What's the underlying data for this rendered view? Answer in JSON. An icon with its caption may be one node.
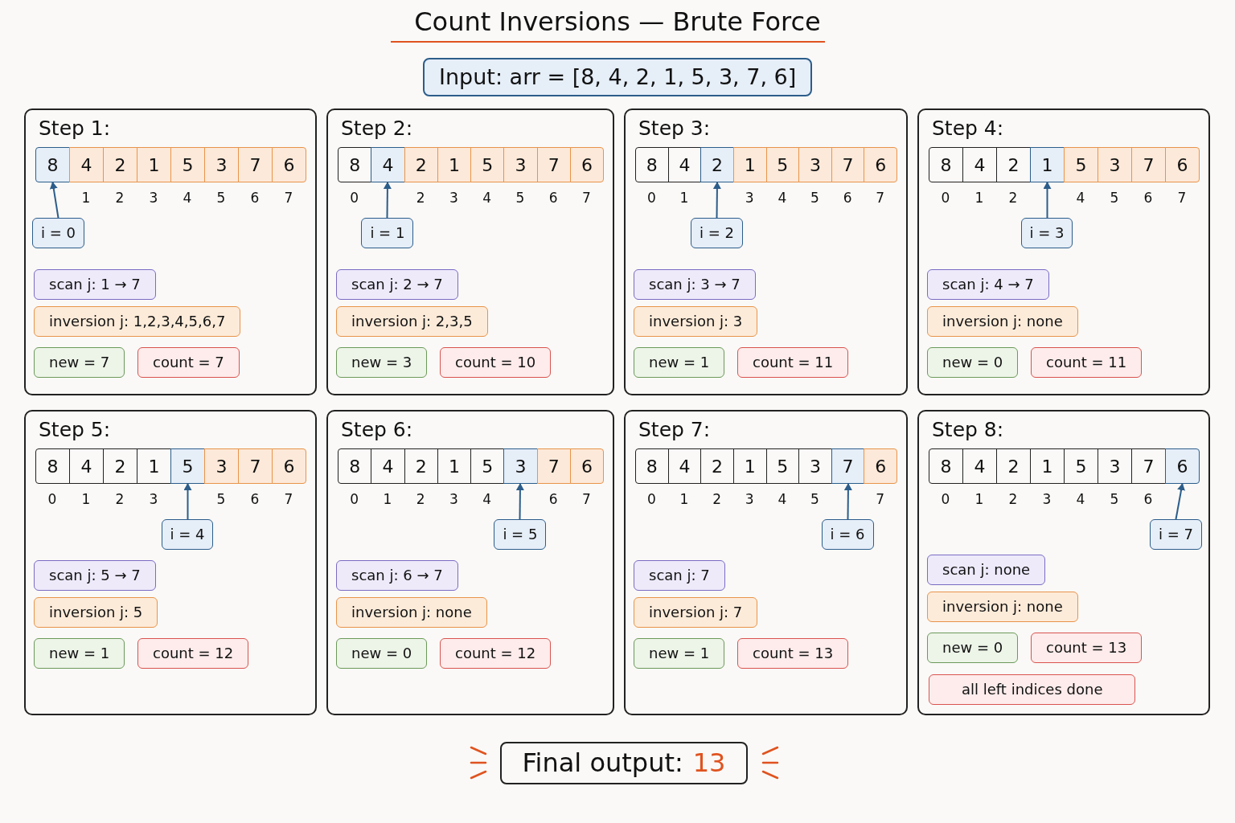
{
  "diagram": {
    "title": "Count Inversions — Brute Force",
    "nodes": [
      {
        "text": [
          "Input: arr = [8, 4, 2, 1, 5, 3, 7, 6]"
        ]
      },
      {
        "text": [
          "Step 1:"
        ]
      },
      {
        "text": [
          "8"
        ],
        "in": 1
      },
      {
        "text": [
          "4"
        ],
        "in": 1,
        "beside": [
          "1"
        ]
      },
      {
        "text": [
          "2"
        ],
        "in": 1,
        "beside": [
          "2"
        ]
      },
      {
        "text": [
          "1"
        ],
        "in": 1,
        "beside": [
          "3"
        ]
      },
      {
        "text": [
          "5"
        ],
        "in": 1,
        "beside": [
          "4"
        ]
      },
      {
        "text": [
          "3"
        ],
        "in": 1,
        "beside": [
          "5"
        ]
      },
      {
        "text": [
          "7"
        ],
        "in": 1,
        "beside": [
          "6"
        ]
      },
      {
        "text": [
          "6"
        ],
        "in": 1,
        "beside": [
          "7"
        ]
      },
      {
        "text": [
          "i = 0"
        ],
        "in": 1
      },
      {
        "text": [
          "scan j: 1 → 7"
        ],
        "in": 1
      },
      {
        "text": [
          "inversion j: 1,2,3,4,5,6,7"
        ],
        "in": 1
      },
      {
        "text": [
          "new = 7"
        ],
        "in": 1
      },
      {
        "text": [
          "count = 7"
        ],
        "in": 1
      },
      {
        "text": [
          "Step 2:"
        ]
      },
      {
        "text": [
          "8"
        ],
        "in": 15,
        "beside": [
          "0"
        ]
      },
      {
        "text": [
          "4"
        ],
        "in": 15
      },
      {
        "text": [
          "2"
        ],
        "in": 15,
        "beside": [
          "2"
        ]
      },
      {
        "text": [
          "1"
        ],
        "in": 15,
        "beside": [
          "3"
        ]
      },
      {
        "text": [
          "5"
        ],
        "in": 15,
        "beside": [
          "4"
        ]
      },
      {
        "text": [
          "3"
        ],
        "in": 15,
        "beside": [
          "5"
        ]
      },
      {
        "text": [
          "7"
        ],
        "in": 15,
        "beside": [
          "6"
        ]
      },
      {
        "text": [
          "6"
        ],
        "in": 15,
        "beside": [
          "7"
        ]
      },
      {
        "text": [
          "i = 1"
        ],
        "in": 15
      },
      {
        "text": [
          "scan j: 2 → 7"
        ],
        "in": 15
      },
      {
        "text": [
          "inversion j: 2,3,5"
        ],
        "in": 15
      },
      {
        "text": [
          "new = 3"
        ],
        "in": 15
      },
      {
        "text": [
          "count = 10"
        ],
        "in": 15
      },
      {
        "text": [
          "Step 3:"
        ]
      },
      {
        "text": [
          "8"
        ],
        "in": 29,
        "beside": [
          "0"
        ]
      },
      {
        "text": [
          "4"
        ],
        "in": 29,
        "beside": [
          "1"
        ]
      },
      {
        "text": [
          "2"
        ],
        "in": 29
      },
      {
        "text": [
          "1"
        ],
        "in": 29,
        "beside": [
          "3"
        ]
      },
      {
        "text": [
          "5"
        ],
        "in": 29,
        "beside": [
          "4"
        ]
      },
      {
        "text": [
          "3"
        ],
        "in": 29,
        "beside": [
          "5"
        ]
      },
      {
        "text": [
          "7"
        ],
        "in": 29,
        "beside": [
          "6"
        ]
      },
      {
        "text": [
          "6"
        ],
        "in": 29,
        "beside": [
          "7"
        ]
      },
      {
        "text": [
          "i = 2"
        ],
        "in": 29
      },
      {
        "text": [
          "scan j: 3 → 7"
        ],
        "in": 29
      },
      {
        "text": [
          "inversion j: 3"
        ],
        "in": 29
      },
      {
        "text": [
          "new = 1"
        ],
        "in": 29
      },
      {
        "text": [
          "count = 11"
        ],
        "in": 29
      },
      {
        "text": [
          "Step 4:"
        ]
      },
      {
        "text": [
          "8"
        ],
        "in": 43,
        "beside": [
          "0"
        ]
      },
      {
        "text": [
          "4"
        ],
        "in": 43,
        "beside": [
          "1"
        ]
      },
      {
        "text": [
          "2"
        ],
        "in": 43,
        "beside": [
          "2"
        ]
      },
      {
        "text": [
          "1"
        ],
        "in": 43
      },
      {
        "text": [
          "5"
        ],
        "in": 43,
        "beside": [
          "4"
        ]
      },
      {
        "text": [
          "3"
        ],
        "in": 43,
        "beside": [
          "5"
        ]
      },
      {
        "text": [
          "7"
        ],
        "in": 43,
        "beside": [
          "6"
        ]
      },
      {
        "text": [
          "6"
        ],
        "in": 43,
        "beside": [
          "7"
        ]
      },
      {
        "text": [
          "i = 3"
        ],
        "in": 43
      },
      {
        "text": [
          "scan j: 4 → 7"
        ],
        "in": 43
      },
      {
        "text": [
          "inversion j: none"
        ],
        "in": 43
      },
      {
        "text": [
          "new = 0"
        ],
        "in": 43
      },
      {
        "text": [
          "count = 11"
        ],
        "in": 43
      },
      {
        "text": [
          "Step 5:"
        ]
      },
      {
        "text": [
          "8"
        ],
        "in": 57,
        "beside": [
          "0"
        ]
      },
      {
        "text": [
          "4"
        ],
        "in": 57,
        "beside": [
          "1"
        ]
      },
      {
        "text": [
          "2"
        ],
        "in": 57,
        "beside": [
          "2"
        ]
      },
      {
        "text": [
          "1"
        ],
        "in": 57,
        "beside": [
          "3"
        ]
      },
      {
        "text": [
          "5"
        ],
        "in": 57
      },
      {
        "text": [
          "3"
        ],
        "in": 57,
        "beside": [
          "5"
        ]
      },
      {
        "text": [
          "7"
        ],
        "in": 57,
        "beside": [
          "6"
        ]
      },
      {
        "text": [
          "6"
        ],
        "in": 57,
        "beside": [
          "7"
        ]
      },
      {
        "text": [
          "i = 4"
        ],
        "in": 57
      },
      {
        "text": [
          "scan j: 5 → 7"
        ],
        "in": 57
      },
      {
        "text": [
          "inversion j: 5"
        ],
        "in": 57
      },
      {
        "text": [
          "new = 1"
        ],
        "in": 57
      },
      {
        "text": [
          "count = 12"
        ],
        "in": 57
      },
      {
        "text": [
          "Step 6:"
        ]
      },
      {
        "text": [
          "8"
        ],
        "in": 71,
        "beside": [
          "0"
        ]
      },
      {
        "text": [
          "4"
        ],
        "in": 71,
        "beside": [
          "1"
        ]
      },
      {
        "text": [
          "2"
        ],
        "in": 71,
        "beside": [
          "2"
        ]
      },
      {
        "text": [
          "1"
        ],
        "in": 71,
        "beside": [
          "3"
        ]
      },
      {
        "text": [
          "5"
        ],
        "in": 71,
        "beside": [
          "4"
        ]
      },
      {
        "text": [
          "3"
        ],
        "in": 71
      },
      {
        "text": [
          "7"
        ],
        "in": 71,
        "beside": [
          "6"
        ]
      },
      {
        "text": [
          "6"
        ],
        "in": 71,
        "beside": [
          "7"
        ]
      },
      {
        "text": [
          "i = 5"
        ],
        "in": 71
      },
      {
        "text": [
          "scan j: 6 → 7"
        ],
        "in": 71
      },
      {
        "text": [
          "inversion j: none"
        ],
        "in": 71
      },
      {
        "text": [
          "new = 0"
        ],
        "in": 71
      },
      {
        "text": [
          "count = 12"
        ],
        "in": 71
      },
      {
        "text": [
          "Step 7:"
        ]
      },
      {
        "text": [
          "8"
        ],
        "in": 85,
        "beside": [
          "0"
        ]
      },
      {
        "text": [
          "4"
        ],
        "in": 85,
        "beside": [
          "1"
        ]
      },
      {
        "text": [
          "2"
        ],
        "in": 85,
        "beside": [
          "2"
        ]
      },
      {
        "text": [
          "1"
        ],
        "in": 85,
        "beside": [
          "3"
        ]
      },
      {
        "text": [
          "5"
        ],
        "in": 85,
        "beside": [
          "4"
        ]
      },
      {
        "text": [
          "3"
        ],
        "in": 85,
        "beside": [
          "5"
        ]
      },
      {
        "text": [
          "7"
        ],
        "in": 85
      },
      {
        "text": [
          "6"
        ],
        "in": 85,
        "beside": [
          "7"
        ]
      },
      {
        "text": [
          "i = 6"
        ],
        "in": 85
      },
      {
        "text": [
          "scan j: 7"
        ],
        "in": 85
      },
      {
        "text": [
          "inversion j: 7"
        ],
        "in": 85
      },
      {
        "text": [
          "new = 1"
        ],
        "in": 85
      },
      {
        "text": [
          "count = 13"
        ],
        "in": 85
      },
      {
        "text": [
          "Step 8:"
        ]
      },
      {
        "text": [
          "8"
        ],
        "in": 99,
        "beside": [
          "0"
        ]
      },
      {
        "text": [
          "4"
        ],
        "in": 99,
        "beside": [
          "1"
        ]
      },
      {
        "text": [
          "2"
        ],
        "in": 99,
        "beside": [
          "2"
        ]
      },
      {
        "text": [
          "1"
        ],
        "in": 99,
        "beside": [
          "3"
        ]
      },
      {
        "text": [
          "5"
        ],
        "in": 99,
        "beside": [
          "4"
        ]
      },
      {
        "text": [
          "3"
        ],
        "in": 99,
        "beside": [
          "5"
        ]
      },
      {
        "text": [
          "7"
        ],
        "in": 99,
        "beside": [
          "6"
        ]
      },
      {
        "text": [
          "6"
        ],
        "in": 99
      },
      {
        "text": [
          "i = 7"
        ],
        "in": 99
      },
      {
        "text": [
          "scan j: none"
        ],
        "in": 99
      },
      {
        "text": [
          "inversion j: none"
        ],
        "in": 99
      },
      {
        "text": [
          "new = 0"
        ],
        "in": 99
      },
      {
        "text": [
          "count = 13"
        ],
        "in": 99
      },
      {
        "text": [
          "all left indices done"
        ],
        "in": 99
      },
      {
        "text": [
          "Final output:",
          "13"
        ]
      }
    ],
    "edges": [
      {
        "from": 10,
        "to": 2,
        "arrow": "to"
      },
      {
        "from": 24,
        "to": 17,
        "arrow": "to"
      },
      {
        "from": 38,
        "to": 32,
        "arrow": "to"
      },
      {
        "from": 52,
        "to": 47,
        "arrow": "to"
      },
      {
        "from": 66,
        "to": 62,
        "arrow": "to"
      },
      {
        "from": 80,
        "to": 77,
        "arrow": "to"
      },
      {
        "from": 94,
        "to": 92,
        "arrow": "to"
      },
      {
        "from": 108,
        "to": 107,
        "arrow": "to"
      }
    ]
  }
}
